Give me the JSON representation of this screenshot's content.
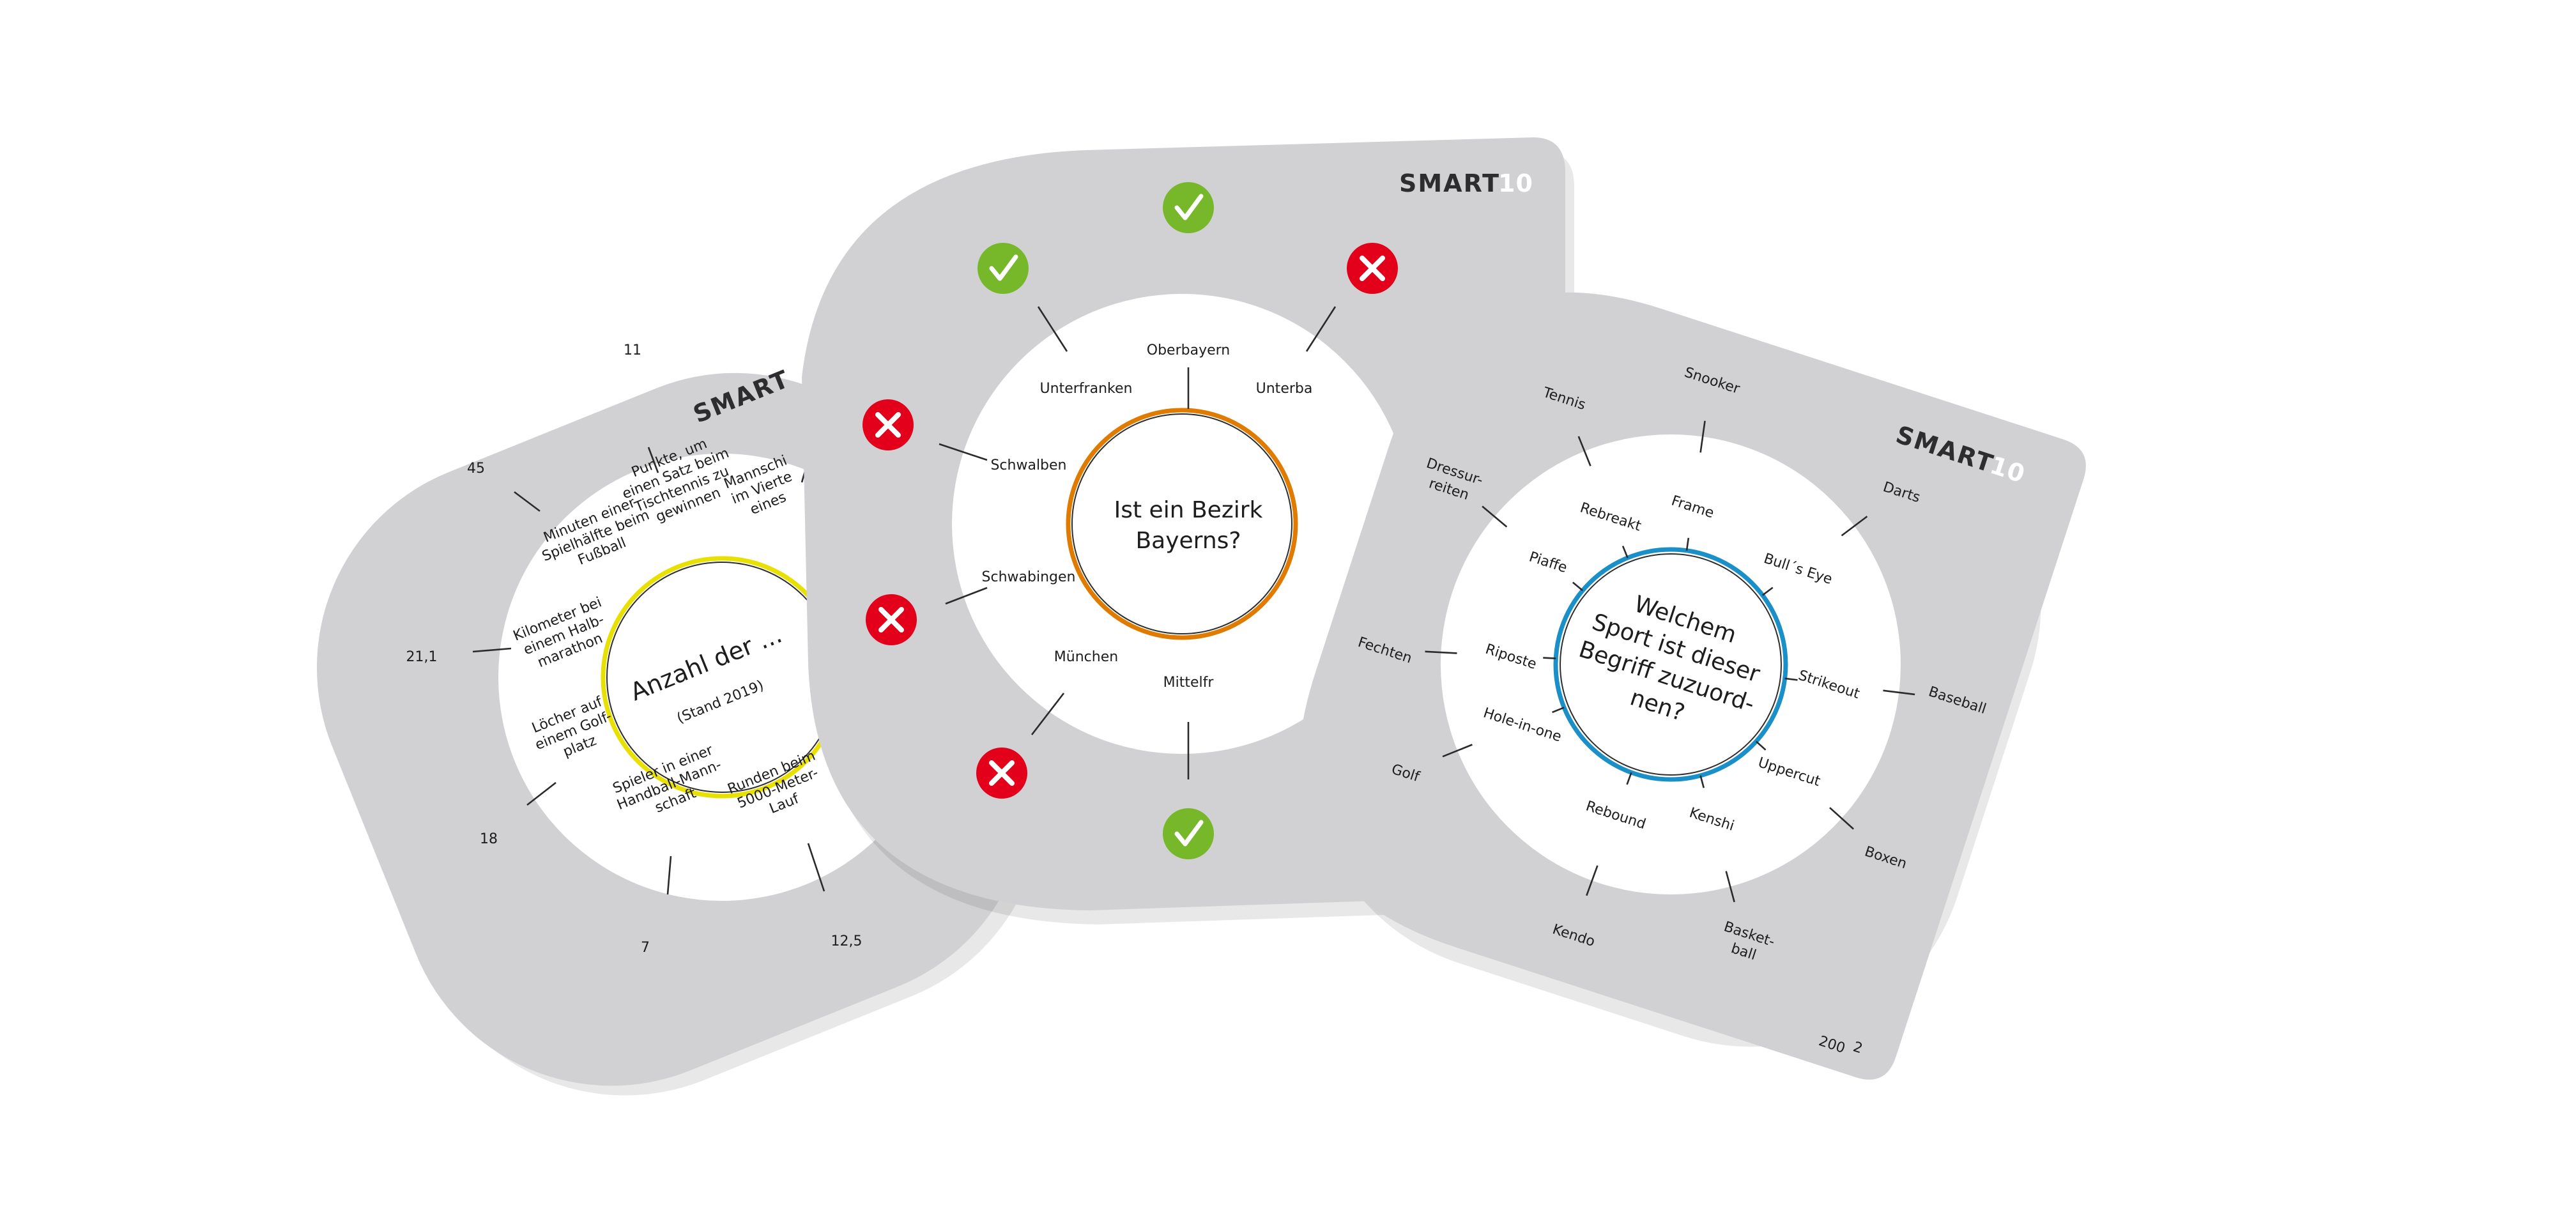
{
  "brand": {
    "logo_word": "SMART",
    "logo_number": "10"
  },
  "card_left": {
    "question": "Anzahl der ...",
    "subtitle": "(Stand 2019)",
    "inner_items": [
      {
        "lines": [
          "Punkte, um",
          "einen Satz beim",
          "Tischtennis zu",
          "gewinnen"
        ]
      },
      {
        "lines": [
          "Mannschi",
          "im Vierte",
          "eines"
        ]
      },
      {
        "lines": [
          "Minuten einer",
          "Spielhälfte beim",
          "Fußball"
        ]
      },
      {
        "lines": [
          "Kilometer bei",
          "einem Halb-",
          "marathon"
        ]
      },
      {
        "lines": [
          "Löcher auf",
          "einem Golf-",
          "platz"
        ]
      },
      {
        "lines": [
          "Spieler in einer",
          "Handball-Mann-",
          "schaft"
        ]
      },
      {
        "lines": [
          "Runden beim",
          "5000-Meter-",
          "Lauf"
        ]
      }
    ],
    "answers": [
      "11",
      "45",
      "21,1",
      "18",
      "7",
      "12,5"
    ]
  },
  "card_middle": {
    "question_lines": [
      "Ist ein Bezirk",
      "Bayerns?"
    ],
    "items": [
      "Oberbayern",
      "Unterfranken",
      "Unterba",
      "Schwalben",
      "Schwabingen",
      "München",
      "Mittelfr"
    ],
    "marks": [
      "check",
      "check",
      "cross",
      "cross",
      "cross",
      "cross",
      "check"
    ]
  },
  "card_right": {
    "question_lines": [
      "Welchem",
      "Sport ist dieser",
      "Begriff zuzuord-",
      "nen?"
    ],
    "inner_items": [
      "Rebreakt",
      "Frame",
      "Bull´s Eye",
      "Piaffe",
      "Strikeout",
      "Riposte",
      "Uppercut",
      "Hole-in-one",
      "Rebound",
      "Kenshi"
    ],
    "outer_items": [
      "Tennis",
      "Snooker",
      "Darts",
      "Dressur-\nreiten",
      "Baseball",
      "Fechten",
      "Boxen",
      "Golf",
      "Kendo",
      "Basket-\nball"
    ],
    "card_number": "200",
    "card_number_suffix": "2"
  }
}
